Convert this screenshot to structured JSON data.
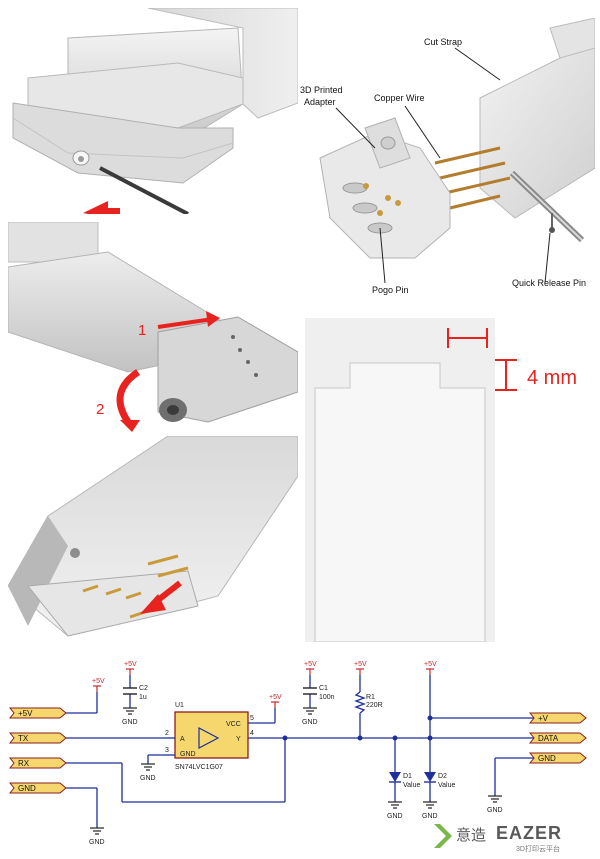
{
  "labels": {
    "cut_strap": "Cut Strap",
    "printed_adapter_l1": "3D Printed",
    "printed_adapter_l2": "Adapter",
    "copper_wire": "Copper Wire",
    "pogo_pin": "Pogo Pin",
    "quick_release_pin": "Quick Release Pin",
    "step1": "1",
    "step2": "2",
    "dimension": "4 mm"
  },
  "schematic": {
    "ports_left": [
      "+5V",
      "TX",
      "RX",
      "GND"
    ],
    "ports_right": [
      "+V",
      "DATA",
      "GND"
    ],
    "power_label": "+5V",
    "ground_label": "GND",
    "u1": {
      "ref": "U1",
      "part": "SN74LVC1G07",
      "pin_a": "A",
      "pin_y": "Y",
      "pin_vcc": "VCC",
      "pin_gnd": "GND",
      "pin2": "2",
      "pin3": "3",
      "pin4": "4",
      "pin5": "5"
    },
    "c2": {
      "ref": "C2",
      "value": "1u"
    },
    "c1": {
      "ref": "C1",
      "value": "100n"
    },
    "r1": {
      "ref": "R1",
      "value": "220R"
    },
    "d1": {
      "ref": "D1",
      "value": "Value"
    },
    "d2": {
      "ref": "D2",
      "value": "Value"
    }
  },
  "brand": {
    "chinese": "意造",
    "name": "EAZER",
    "tagline": "3D打印云平台"
  },
  "colors": {
    "arrow_red": "#e8231f",
    "wire_blue": "#1f2f9c",
    "label_fill": "#f5d76e",
    "power_red": "#c0282a",
    "brand_green": "#7ab648",
    "brand_gray": "#5a5a5a"
  }
}
